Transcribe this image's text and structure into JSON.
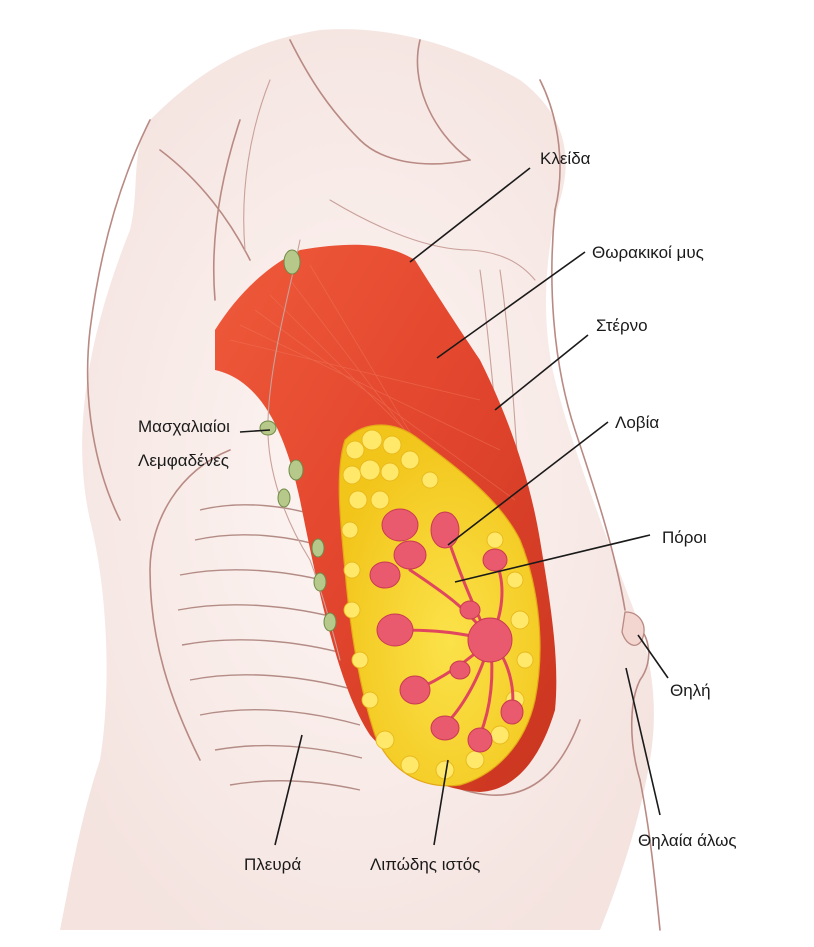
{
  "labels": {
    "clavicle": "Κλείδα",
    "pectoral_muscles": "Θωρακικοί μυς",
    "sternum": "Στέρνο",
    "lobes": "Λοβία",
    "ducts": "Πόροι",
    "axillary_nodes_line1": "Μασχαλιαίοι",
    "axillary_nodes_line2": "Λεμφαδένες",
    "nipple": "Θηλή",
    "areola": "Θηλαία άλως",
    "rib": "Πλευρά",
    "fat_tissue": "Λιπώδης ιστός"
  },
  "colors": {
    "muscle": "#e0482f",
    "fat": "#f7d21e",
    "lobule": "#ea5a6e",
    "skin_outline": "#b98a84",
    "lymph_node": "#b7c98a"
  }
}
